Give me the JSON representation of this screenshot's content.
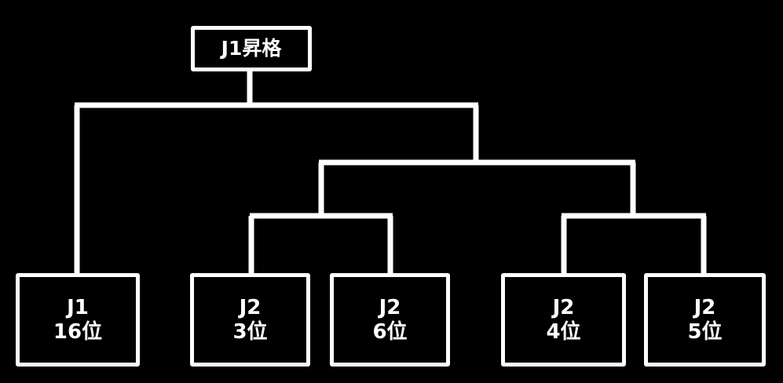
{
  "diagram": {
    "title": "J1昇格",
    "background_color": "#000000",
    "line_color": "#ffffff",
    "text_color": "#ffffff"
  },
  "champion": {
    "label": "J1昇格"
  },
  "leaves": [
    {
      "league": "J1",
      "rank": "16位"
    },
    {
      "league": "J2",
      "rank": "3位"
    },
    {
      "league": "J2",
      "rank": "6位"
    },
    {
      "league": "J2",
      "rank": "4位"
    },
    {
      "league": "J2",
      "rank": "5位"
    }
  ]
}
